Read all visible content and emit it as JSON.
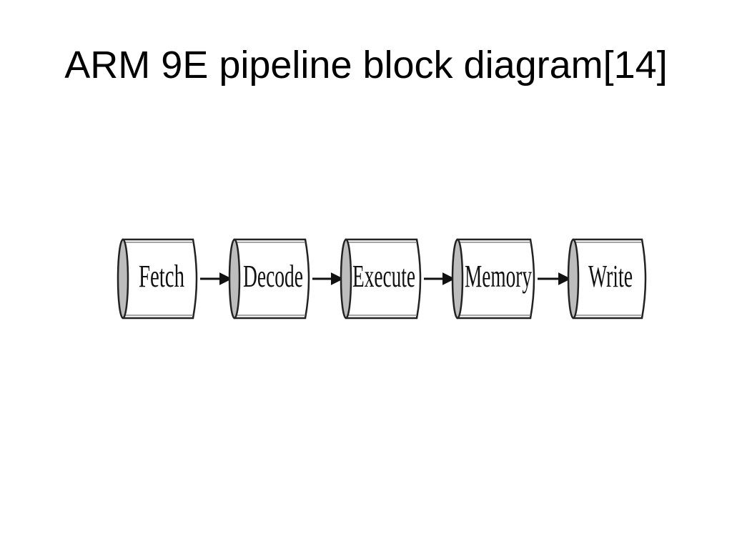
{
  "slide": {
    "title": "ARM 9E pipeline block diagram[14]"
  },
  "diagram": {
    "stages": [
      {
        "label": "Fetch"
      },
      {
        "label": "Decode"
      },
      {
        "label": "Execute"
      },
      {
        "label": "Memory"
      },
      {
        "label": "Write"
      }
    ],
    "colors": {
      "outline": "#222222",
      "cap_fill": "#bdbdbd",
      "body_fill": "#ffffff",
      "arrow": "#111111"
    }
  }
}
